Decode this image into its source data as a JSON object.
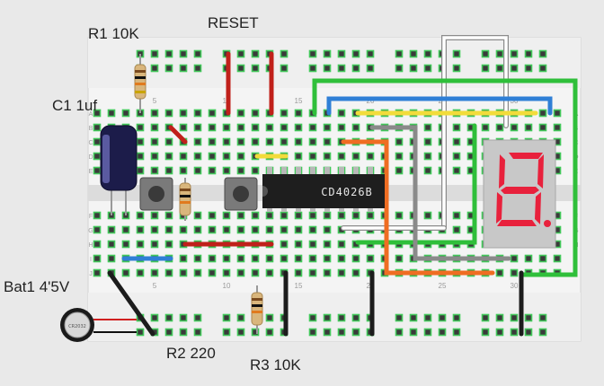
{
  "labels": {
    "r1": "R1 10K",
    "reset": "RESET",
    "c1": "C1 1uf",
    "bat1": "Bat1 4'5V",
    "r2": "R2 220",
    "r3": "R3 10K"
  },
  "chip_label": "CD4026B",
  "battery_marking": "CR2032",
  "breadboard": {
    "column_numbers": [
      "5",
      "10",
      "15",
      "20",
      "25",
      "30"
    ],
    "row_letters_top": [
      "A",
      "B",
      "C",
      "D",
      "E"
    ],
    "row_letters_bottom": [
      "F",
      "G",
      "H",
      "I",
      "J"
    ]
  },
  "display": {
    "digit": "8",
    "segment_color": "#e8213c",
    "body_color": "#c8c8c8"
  },
  "colors": {
    "hole_ring": "#42c85a",
    "wire_red": "#c0201a",
    "wire_black": "#1c1c1c",
    "wire_green": "#2fbf3a",
    "wire_blue": "#2f7fd6",
    "wire_yellow": "#f2dc3a",
    "wire_orange": "#ef6d22",
    "wire_gray": "#8a8a8a",
    "wire_white": "#ffffff",
    "capacitor": "#1c1c4a",
    "chip": "#1e1e1e"
  }
}
